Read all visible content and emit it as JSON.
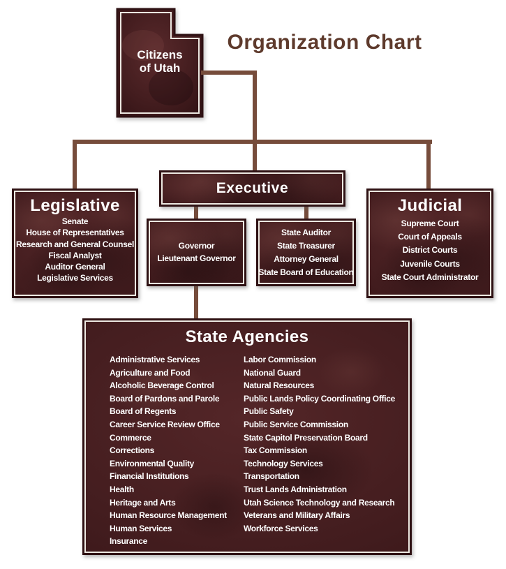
{
  "title": "Organization Chart",
  "root": {
    "label": "Citizens of Utah"
  },
  "legislative": {
    "title": "Legislative",
    "items": [
      "Senate",
      "House of Representatives",
      "Research and General Counsel",
      "Fiscal Analyst",
      "Auditor General",
      "Legislative Services"
    ]
  },
  "executive": {
    "title": "Executive",
    "governor_office": [
      "Governor",
      "Lieutenant Governor"
    ],
    "elected_officials": [
      "State Auditor",
      "State Treasurer",
      "Attorney General",
      "State Board of Education"
    ]
  },
  "judicial": {
    "title": "Judicial",
    "items": [
      "Supreme Court",
      "Court of Appeals",
      "District Courts",
      "Juvenile Courts",
      "State Court Administrator"
    ]
  },
  "state_agencies": {
    "title": "State Agencies",
    "column1": [
      "Administrative Services",
      "Agriculture and Food",
      "Alcoholic Beverage Control",
      "Board of Pardons and Parole",
      "Board of Regents",
      "Career Service Review Office",
      "Commerce",
      "Corrections",
      "Environmental Quality",
      "Financial Institutions",
      "Health",
      "Heritage and Arts",
      "Human Resource Management",
      "Human Services",
      "Insurance"
    ],
    "column2": [
      "Labor Commission",
      "National Guard",
      "Natural Resources",
      "Public Lands Policy Coordinating Office",
      "Public Safety",
      "Public Service Commission",
      "State Capitol Preservation Board",
      "Tax Commission",
      "Technology Services",
      "Transportation",
      "Trust Lands Administration",
      "Utah Science Technology and Research",
      "Veterans and Military Affairs",
      "Workforce Services"
    ]
  },
  "colors": {
    "box_fill_dark": "#301113",
    "box_fill_mid": "#421c1e",
    "box_fill_light": "#542628",
    "box_border": "#2e1113",
    "inner_border_white": "#ede9e2",
    "connector_brown": "#764c3b",
    "title_brown": "#5e3a2c",
    "text_white": "#ffffff"
  }
}
